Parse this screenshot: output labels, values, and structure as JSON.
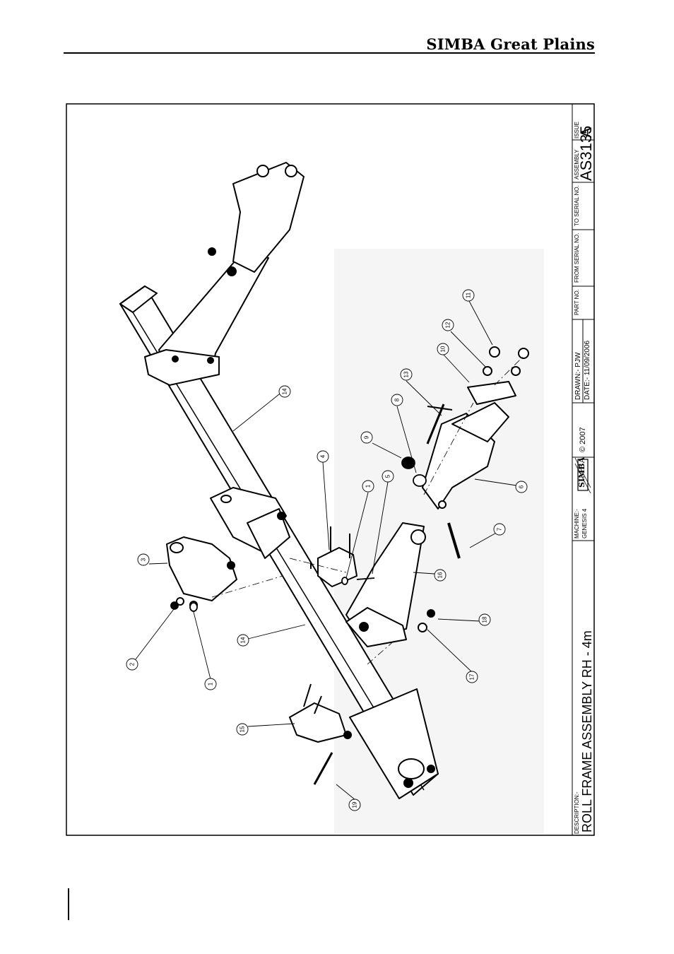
{
  "header": {
    "brand": "SIMBA Great Plains"
  },
  "balloons": [
    {
      "id": "b1a",
      "label": "1"
    },
    {
      "id": "b1b",
      "label": "1"
    },
    {
      "id": "b2",
      "label": "2"
    },
    {
      "id": "b3",
      "label": "3"
    },
    {
      "id": "b4",
      "label": "4"
    },
    {
      "id": "b5",
      "label": "5"
    },
    {
      "id": "b6",
      "label": "6"
    },
    {
      "id": "b7",
      "label": "7"
    },
    {
      "id": "b8",
      "label": "8"
    },
    {
      "id": "b9",
      "label": "9"
    },
    {
      "id": "b10",
      "label": "10"
    },
    {
      "id": "b11",
      "label": "11"
    },
    {
      "id": "b12",
      "label": "12"
    },
    {
      "id": "b13",
      "label": "13"
    },
    {
      "id": "b14a",
      "label": "14"
    },
    {
      "id": "b14b",
      "label": "14"
    },
    {
      "id": "b15",
      "label": "15"
    },
    {
      "id": "b16",
      "label": "16"
    },
    {
      "id": "b17",
      "label": "17"
    },
    {
      "id": "b18",
      "label": "18"
    },
    {
      "id": "b19",
      "label": "19"
    }
  ],
  "title_block": {
    "description_label": "DESCRIPTION:-",
    "description": "ROLL FRAME ASSEMBLY RH - 4m",
    "machine_label": "MACHINE:-",
    "machine": "GENESIS 4",
    "logo_text": "SIMBA",
    "copyright": "© 2007",
    "drawn": "DRAWN:-  PJW",
    "date": "DATE:-  11/09/2006",
    "part_no_label": "PART NO.",
    "from_serial_label": "FROM SERIAL NO.",
    "to_serial_label": "TO SERIAL NO.",
    "assembly_label": "ASSEMBLY",
    "assembly": "AS3135",
    "issue_label": "ISSUE",
    "issue": "A"
  }
}
